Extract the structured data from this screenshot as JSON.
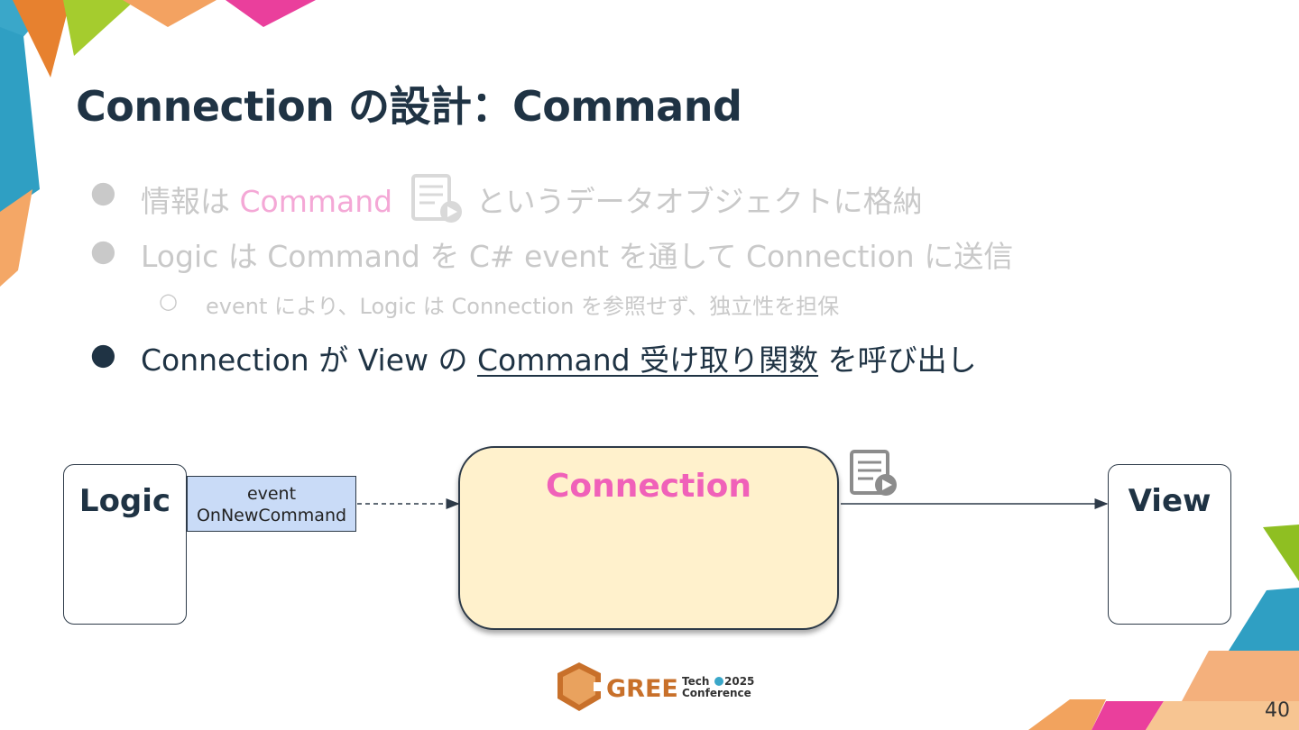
{
  "slide": {
    "title": "Connection の設計：Command",
    "page_number": "40"
  },
  "bullets": [
    {
      "marker": "●",
      "text_a": "情報は ",
      "highlight": "Command",
      "text_b": "というデータオブジェクトに格納"
    },
    {
      "marker": "●",
      "text": "Logic は Command を C# event を通して Connection に送信"
    },
    {
      "marker": "○",
      "text": "event により、Logic は Connection を参照せず、独立性を担保"
    },
    {
      "marker": "●",
      "text_a": "Connection が View の ",
      "link": "Command 受け取り関数",
      "text_b": " を呼び出し"
    }
  ],
  "diagram": {
    "logic_label": "Logic",
    "event_line1": "event",
    "event_line2": "OnNewCommand",
    "connection_label": "Connection",
    "view_label": "View"
  },
  "logo": {
    "brand": "GREE",
    "line1": "Tech",
    "year": "2025",
    "line2": "Conference"
  },
  "colors": {
    "title": "#1f3344",
    "highlight_pink": "#f061b9",
    "connection_fill": "#fff1cc",
    "event_fill": "#c9dbf7",
    "muted_text": "#c9c9c9"
  },
  "icons": [
    "command-document-icon"
  ]
}
